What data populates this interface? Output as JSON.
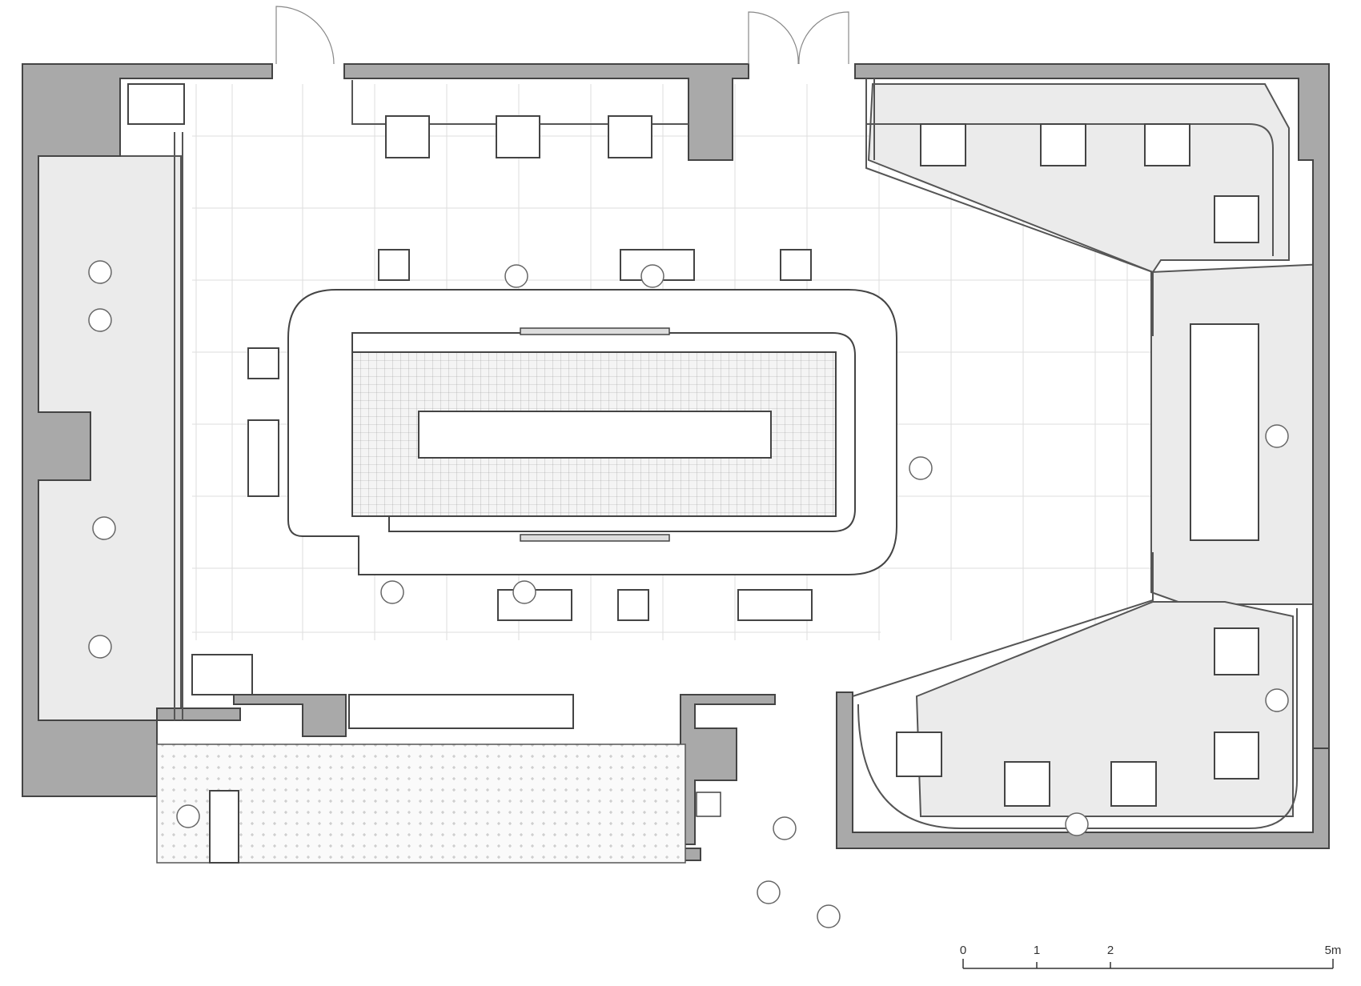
{
  "drawing": {
    "type": "floor-plan",
    "colors": {
      "wall": "#a9a9a9",
      "line": "#555555",
      "grid": "#dcdcdc",
      "paving": "#ececec",
      "background": "#ffffff"
    }
  },
  "scale_bar": {
    "ticks": [
      {
        "label": "0",
        "meters": 0
      },
      {
        "label": "1",
        "meters": 1
      },
      {
        "label": "2",
        "meters": 2
      },
      {
        "label": "5m",
        "meters": 5
      }
    ]
  }
}
